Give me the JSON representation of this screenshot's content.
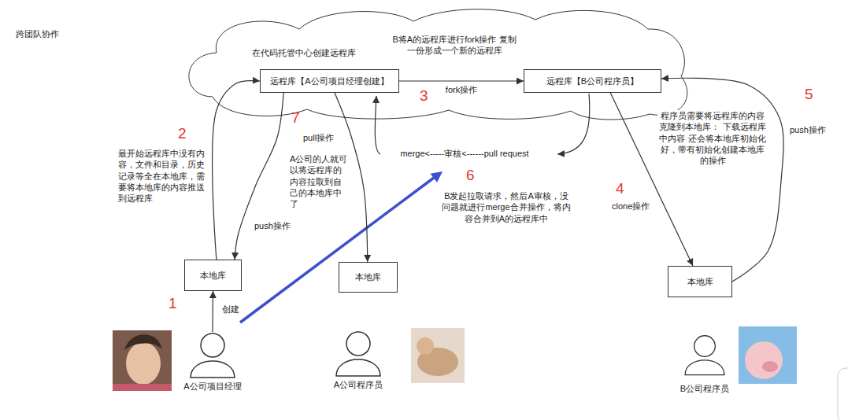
{
  "diagram": {
    "title": "跨团队协作",
    "nodes": [
      {
        "text": [
          "在代码托管中心创建远程库",
          "B将A的远程库进行fork操作 复制一份形成一个新的远程库"
        ]
      },
      {
        "text": [
          "远程库【A公司项目经理创建】"
        ],
        "in": 0
      },
      {
        "text": [
          "远程库【B公司程序员】"
        ],
        "in": 0
      },
      {
        "text": [
          "本地库"
        ]
      },
      {
        "text": [
          "本地库"
        ]
      },
      {
        "text": [
          "本地库"
        ]
      },
      {
        "text": [
          "A公司项目经理"
        ]
      },
      {
        "text": [
          "A公司程序员"
        ]
      },
      {
        "text": [
          "B公司程序员"
        ]
      }
    ],
    "edges": [
      {
        "from": 1,
        "to": 2,
        "arrow": "to",
        "label": "fork操作"
      },
      {
        "from": 3,
        "to": 1,
        "arrow": "to"
      },
      {
        "from": 1,
        "to": 3,
        "arrow": "to"
      },
      {
        "from": 1,
        "to": 4,
        "arrow": "to",
        "label": "pull操作"
      },
      {
        "from": 2,
        "to": 5,
        "arrow": "to",
        "label": "clone操作"
      },
      {
        "from": 5,
        "to": 2,
        "arrow": "to",
        "label": "push操作"
      },
      {
        "from": 6,
        "to": 3,
        "arrow": "to",
        "label": "创建"
      }
    ],
    "labels": [
      "1",
      "2",
      "3",
      "4",
      "5",
      "6",
      "7",
      "最开始远程库中没有内容，文件和目录，历史记录等全在本地库，需要将本地库的内容推送到远程库",
      "push操作",
      "A公司的人就可以将远程库的内容拉取到自己的本地库中了",
      "merge<-----审核<------pull request",
      "B发起拉取请求，然后A审核，没问题就进行merge合并操作，将内容合并到A的远程库中",
      "程序员需要将远程库的内容克隆到本地库： 下载远程库中内容 还会将本地库初始化好，带有初始化创建本地库的操作"
    ]
  }
}
